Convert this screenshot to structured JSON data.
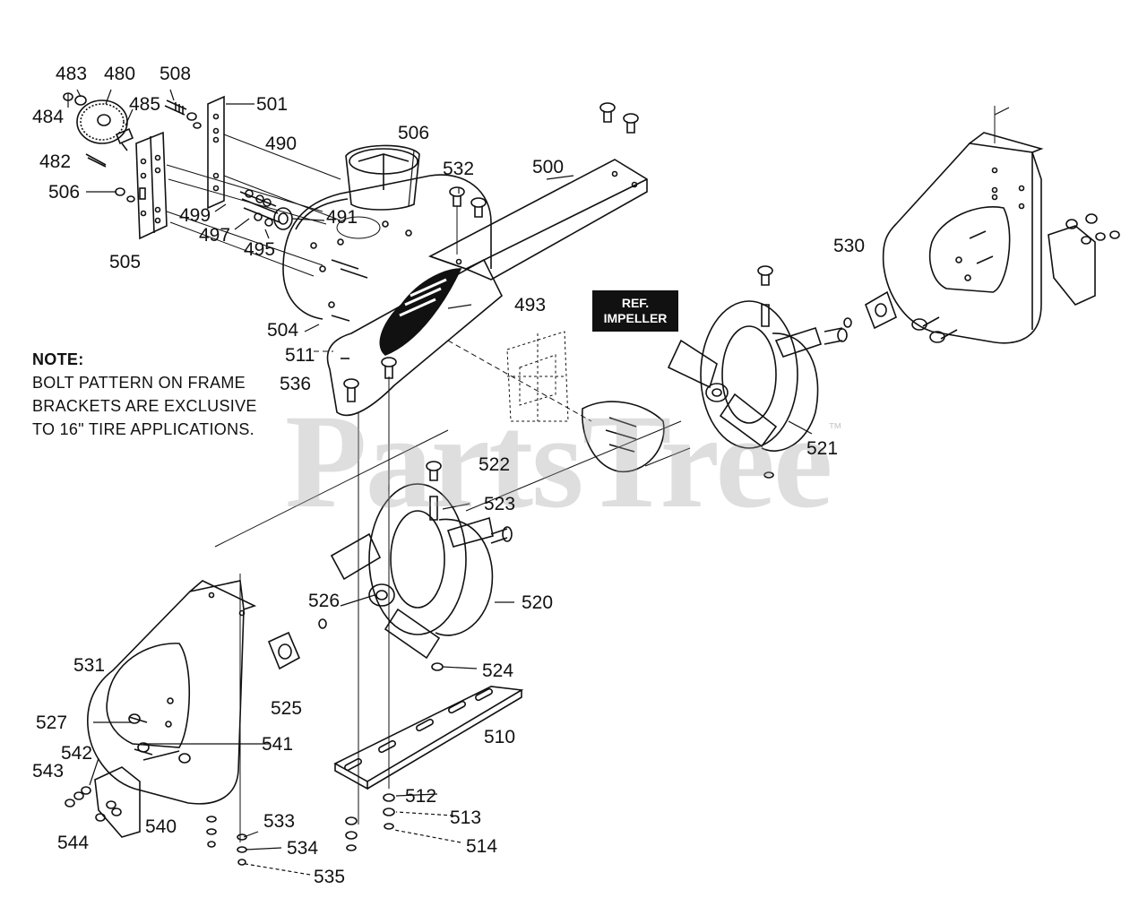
{
  "callouts": [
    {
      "id": "483",
      "label": "483"
    },
    {
      "id": "480",
      "label": "480"
    },
    {
      "id": "508",
      "label": "508"
    },
    {
      "id": "484",
      "label": "484"
    },
    {
      "id": "485",
      "label": "485"
    },
    {
      "id": "501",
      "label": "501"
    },
    {
      "id": "490",
      "label": "490"
    },
    {
      "id": "482",
      "label": "482"
    },
    {
      "id": "506a",
      "label": "506"
    },
    {
      "id": "506b",
      "label": "506"
    },
    {
      "id": "532",
      "label": "532"
    },
    {
      "id": "500",
      "label": "500"
    },
    {
      "id": "491",
      "label": "491"
    },
    {
      "id": "499",
      "label": "499"
    },
    {
      "id": "497",
      "label": "497"
    },
    {
      "id": "495",
      "label": "495"
    },
    {
      "id": "505",
      "label": "505"
    },
    {
      "id": "493",
      "label": "493"
    },
    {
      "id": "504",
      "label": "504"
    },
    {
      "id": "511",
      "label": "511"
    },
    {
      "id": "536",
      "label": "536"
    },
    {
      "id": "530",
      "label": "530"
    },
    {
      "id": "521",
      "label": "521"
    },
    {
      "id": "522",
      "label": "522"
    },
    {
      "id": "523",
      "label": "523"
    },
    {
      "id": "526",
      "label": "526"
    },
    {
      "id": "520",
      "label": "520"
    },
    {
      "id": "531",
      "label": "531"
    },
    {
      "id": "524",
      "label": "524"
    },
    {
      "id": "525",
      "label": "525"
    },
    {
      "id": "527",
      "label": "527"
    },
    {
      "id": "541",
      "label": "541"
    },
    {
      "id": "510",
      "label": "510"
    },
    {
      "id": "542",
      "label": "542"
    },
    {
      "id": "543",
      "label": "543"
    },
    {
      "id": "540",
      "label": "540"
    },
    {
      "id": "512",
      "label": "512"
    },
    {
      "id": "513",
      "label": "513"
    },
    {
      "id": "544",
      "label": "544"
    },
    {
      "id": "533",
      "label": "533"
    },
    {
      "id": "534",
      "label": "534"
    },
    {
      "id": "514",
      "label": "514"
    },
    {
      "id": "535",
      "label": "535"
    }
  ],
  "note": {
    "title": "NOTE:",
    "line1": "BOLT PATTERN ON FRAME",
    "line2": "BRACKETS ARE EXCLUSIVE",
    "line3": "TO 16\" TIRE APPLICATIONS."
  },
  "ref_label": {
    "line1": "REF.",
    "line2": "IMPELLER"
  },
  "watermark": {
    "text": "PartsTree",
    "trademark": "™"
  },
  "colors": {
    "ink": "#111111",
    "watermark": "#a0a0a0"
  }
}
